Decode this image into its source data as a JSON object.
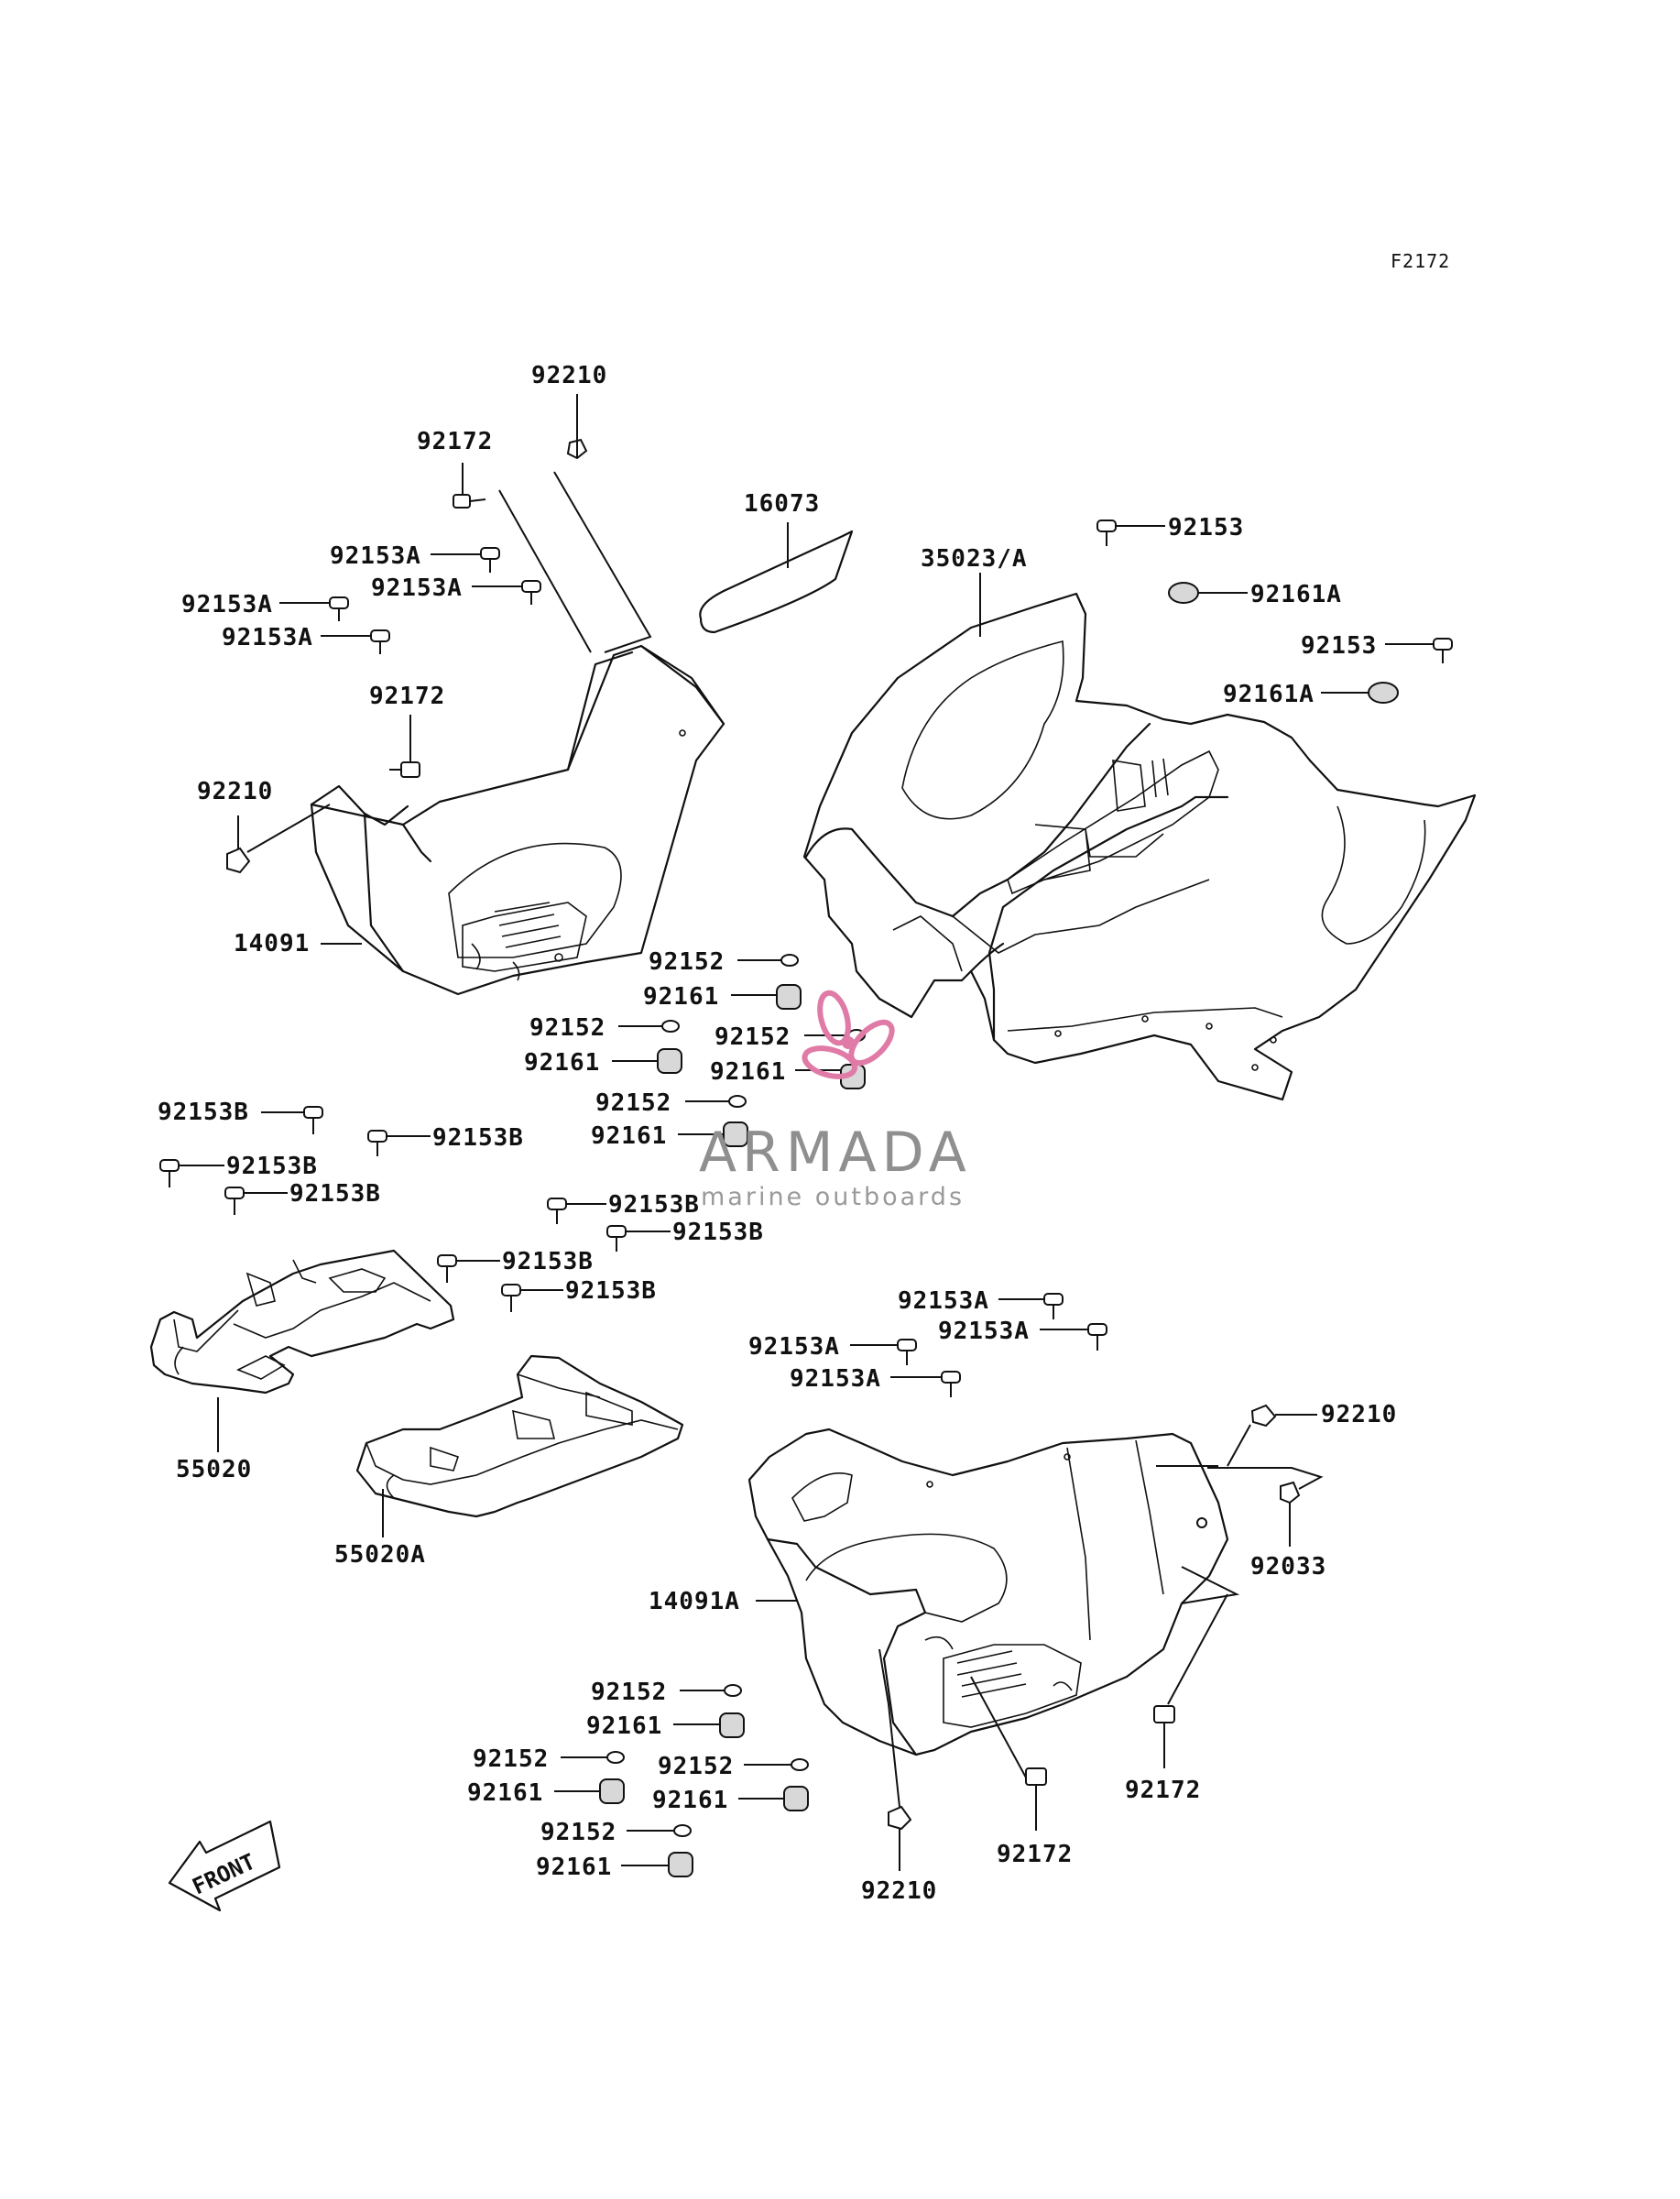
{
  "diagram_code": "F2172",
  "watermark": {
    "title": "ARMADA",
    "subtitle": "marine outboards",
    "accent_color": "#e07aa6"
  },
  "front_arrow_label": "FRONT",
  "parts": {
    "p14091": "14091",
    "p14091A": "14091A",
    "p16073": "16073",
    "p35023A": "35023/A",
    "p55020": "55020",
    "p55020A": "55020A",
    "p92033": "92033",
    "p92152": "92152",
    "p92153": "92153",
    "p92153A": "92153A",
    "p92153B": "92153B",
    "p92161": "92161",
    "p92161A": "92161A",
    "p92172": "92172",
    "p92210": "92210"
  }
}
